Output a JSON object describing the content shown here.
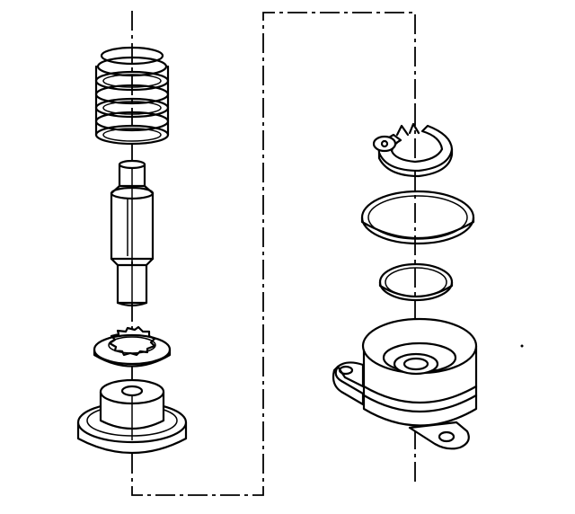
{
  "diagram": {
    "kind": "exploded-assembly-drawing",
    "line_color": "#000000",
    "background": "#ffffff",
    "left_stack": [
      "coil-spring",
      "valve-pin",
      "lock-washer",
      "bushing",
      "seal-cup"
    ],
    "right_stack": [
      "snap-ring",
      "large-o-ring",
      "small-o-ring",
      "housing-with-flange"
    ]
  }
}
